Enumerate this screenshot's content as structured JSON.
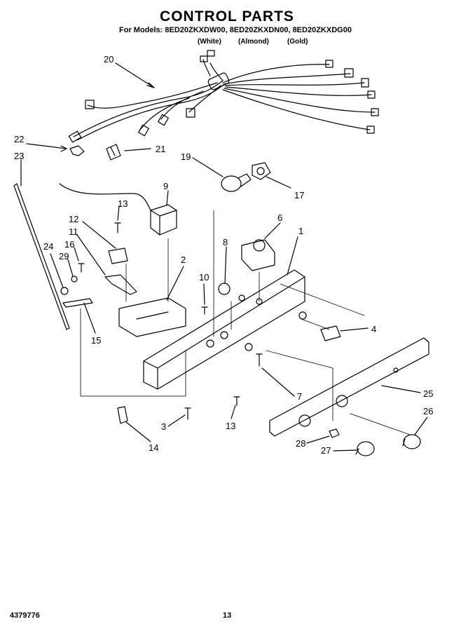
{
  "header": {
    "title": "CONTROL PARTS",
    "models_line": "For Models: 8ED20ZKXDW00, 8ED20ZKXDN00, 8ED20ZKXDG00",
    "variants": [
      "(White)",
      "(Almond)",
      "(Gold)"
    ]
  },
  "callouts": [
    "20",
    "22",
    "21",
    "23",
    "19",
    "17",
    "9",
    "13",
    "12",
    "11",
    "16",
    "29",
    "24",
    "6",
    "8",
    "1",
    "2",
    "10",
    "4",
    "15",
    "7",
    "25",
    "26",
    "3",
    "13",
    "14",
    "28",
    "27"
  ],
  "footer": {
    "doc_number": "4379776",
    "page_number": "13"
  }
}
